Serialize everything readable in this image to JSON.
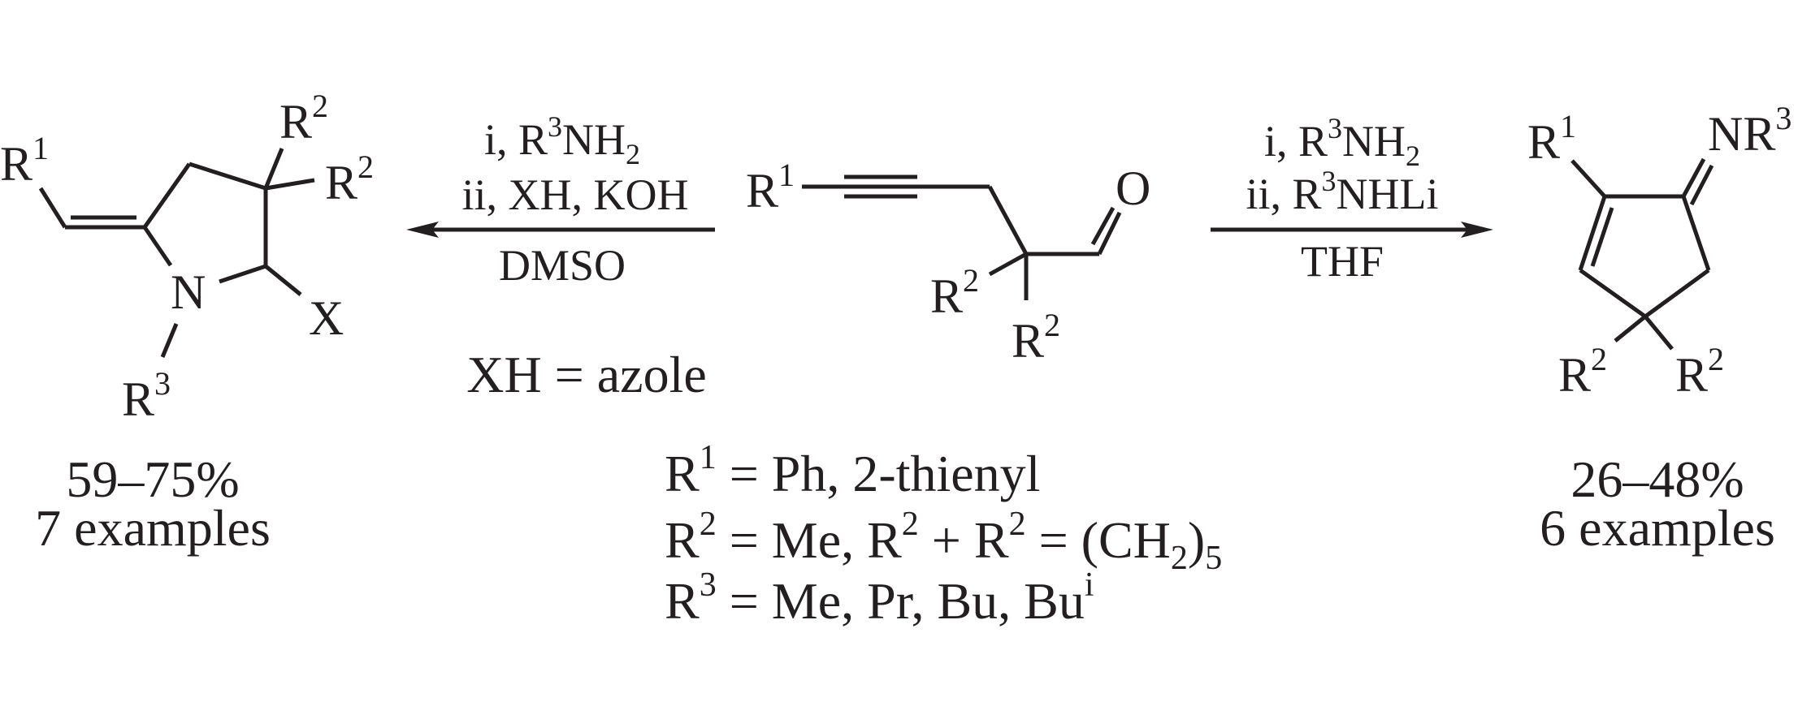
{
  "reactant": {
    "r1": {
      "base": "R",
      "sup": "1"
    },
    "r2a": {
      "base": "R",
      "sup": "2"
    },
    "r2b": {
      "base": "R",
      "sup": "2"
    },
    "oxygen": "O"
  },
  "left_product": {
    "r1": {
      "base": "R",
      "sup": "1"
    },
    "r2a": {
      "base": "R",
      "sup": "2"
    },
    "r2b": {
      "base": "R",
      "sup": "2"
    },
    "nitrogen": "N",
    "x": "X",
    "r3": {
      "base": "R",
      "sup": "3"
    },
    "yield": "59–75%",
    "examples": "7 examples"
  },
  "right_product": {
    "r1": {
      "base": "R",
      "sup": "1"
    },
    "nr3": {
      "base": "NR",
      "sup": "3"
    },
    "r2a": {
      "base": "R",
      "sup": "2"
    },
    "r2b": {
      "base": "R",
      "sup": "2"
    },
    "yield": "26–48%",
    "examples": "6 examples"
  },
  "left_arrow": {
    "step1": {
      "pre": "i, R",
      "sup": "3",
      "mid": "NH",
      "sub": "2"
    },
    "step2": "ii, XH, KOH",
    "solvent": "DMSO",
    "note": "XH = azole"
  },
  "right_arrow": {
    "step1": {
      "pre": "i, R",
      "sup": "3",
      "mid": "NH",
      "sub": "2"
    },
    "step2": {
      "pre": "ii, R",
      "sup": "3",
      "mid": "NHLi"
    },
    "solvent": "THF"
  },
  "substituents": {
    "r1": {
      "base": "R",
      "sup": "1",
      "text": " = Ph, 2-thienyl"
    },
    "r2": {
      "base": "R",
      "sup": "2",
      "t1": " = Me, R",
      "sup2": "2",
      "t2": " + R",
      "sup3": "2",
      "t3": " = (CH",
      "sub": "2",
      "t4": ")",
      "sub2": "5"
    },
    "r3": {
      "base": "R",
      "sup": "3",
      "text": " = Me, Pr, Bu, Bu",
      "sup2": "i"
    }
  }
}
